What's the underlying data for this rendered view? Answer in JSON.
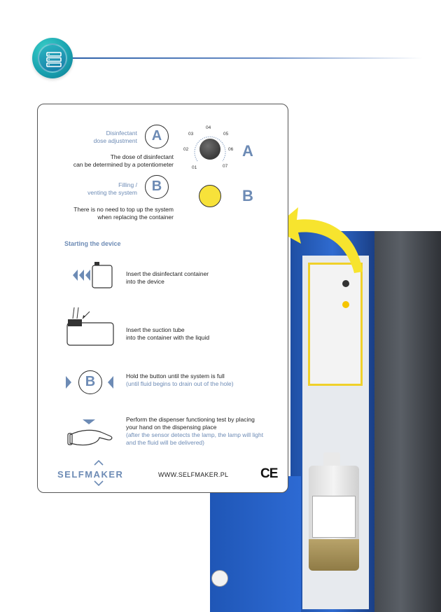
{
  "card": {
    "a_label_1": "Disinfectant",
    "a_label_2": "dose adjustment",
    "a_letter": "A",
    "a_desc_1": "The dose of disinfectant",
    "a_desc_2": "can be determined by a potentiometer",
    "dial_ticks": [
      "01",
      "02",
      "03",
      "04",
      "05",
      "06",
      "07"
    ],
    "big_a": "A",
    "b_label_1": "Filling /",
    "b_label_2": "venting the system",
    "b_letter": "B",
    "b_desc_1": "There is no need to top up the system",
    "b_desc_2": "when replacing the container",
    "big_b": "B",
    "section_title": "Starting the device",
    "steps": [
      {
        "line1": "Insert the disinfectant container",
        "line2": "into the device"
      },
      {
        "line1": "Insert the suction tube",
        "line2": "into the container with the liquid"
      },
      {
        "line1": "Hold the button until the system is full",
        "note": "(until fluid begins to drain out of the hole)",
        "letter": "B"
      },
      {
        "line1": "Perform the dispenser functioning test by placing",
        "line2": "your hand on the dispensing place",
        "note1": "(after the sensor detects the lamp, the lamp will light",
        "note2": "and the fluid will be delivered)"
      }
    ],
    "logo": "SELFMAKER",
    "url": "WWW.SELFMAKER.PL",
    "ce": "CE"
  },
  "colors": {
    "accent": "#6d8bb5",
    "yellow": "#f7e23a",
    "machine_blue": "#2f6bd0"
  },
  "icons": [
    "server-stack-icon",
    "yellow-arrow-icon",
    "container-icon",
    "suction-tube-icon",
    "hand-icon"
  ]
}
